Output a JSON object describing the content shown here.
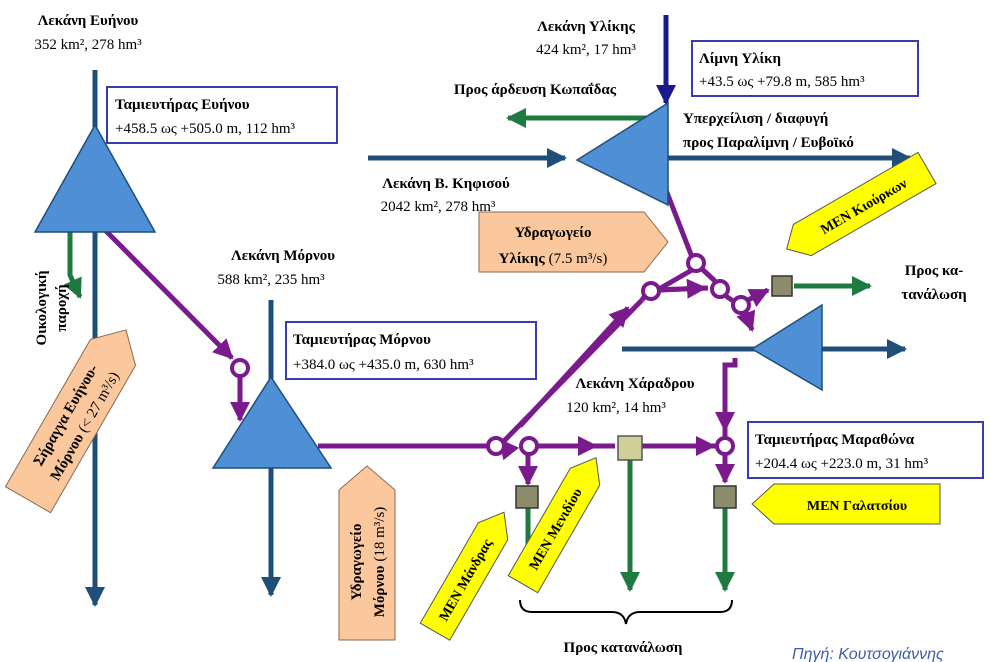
{
  "basins": {
    "evinos": {
      "name": "Λεκάνη Ευήνου",
      "stats": "352 km², 278 hm³"
    },
    "ylikis": {
      "name": "Λεκάνη Υλίκης",
      "stats": "424 km², 17 hm³"
    },
    "kifisos": {
      "name": "Λεκάνη Β. Κηφισού",
      "stats": "2042 km², 278 hm³"
    },
    "mornos": {
      "name": "Λεκάνη Μόρνου",
      "stats": "588 km², 235 hm³"
    },
    "charadros": {
      "name": "Λεκάνη Χάραδρου",
      "stats": "120 km², 14 hm³"
    }
  },
  "reservoirs": {
    "evinos": {
      "name": "Ταμιευτήρας Ευήνου",
      "stats": "+458.5 ως +505.0 m, 112 hm³"
    },
    "yliki": {
      "name": "Λίμνη Υλίκη",
      "stats": "+43.5 ως +79.8 m, 585 hm³"
    },
    "mornos": {
      "name": "Ταμιευτήρας Μόρνου",
      "stats": "+384.0 ως +435.0 m, 630 hm³"
    },
    "marathon": {
      "name": "Ταμιευτήρας Μαραθώνα",
      "stats": "+204.4 ως +223.0 m, 31 hm³"
    }
  },
  "labels": {
    "kopais": "Προς άρδευση Κωπαΐδας",
    "overflow_1": "Υπερχείλιση / διαφυγή",
    "overflow_2": "προς Παραλίμνη / Ευβοϊκό",
    "eco_1": "Οικολογική",
    "eco_2": "παροχή",
    "consumption_right_1": "Προς κα-",
    "consumption_right_2": "τανάλωση",
    "consumption_bottom": "Προς κατανάλωση",
    "source": "Πηγή: Κουτσογιάννης"
  },
  "callouts": {
    "pump_yliki_1": "Υδραγωγείο",
    "pump_yliki_2a": "Υλίκης",
    "pump_yliki_2b": "(7.5 m³/s)",
    "tunnel_1": "Σήραγγα Ευήνου-",
    "tunnel_2a": "Μόρνου",
    "tunnel_2b": "(< 27 m³/s)",
    "aqueduct_1": "Υδραγωγείο",
    "aqueduct_2a": "Μόρνου",
    "aqueduct_2b": "(18 m³/s)"
  },
  "plants": {
    "kiourka": "ΜΕΝ Κιούρκων",
    "galatsi": "ΜΕΝ Γαλατσίου",
    "mandra": "ΜΕΝ Μάνδρας",
    "menidi": "ΜΕΝ Μενιδίου"
  },
  "colors": {
    "river": "#1f4e79",
    "aqueduct": "#7a1a8c",
    "supply": "#1e7a3e",
    "reservoir": "#4f8fd6",
    "yellow_box": "#ffff00",
    "peach_box": "#fbc79d",
    "plant_box": "#8c8b6c",
    "box_border": "#3b3bb0"
  }
}
